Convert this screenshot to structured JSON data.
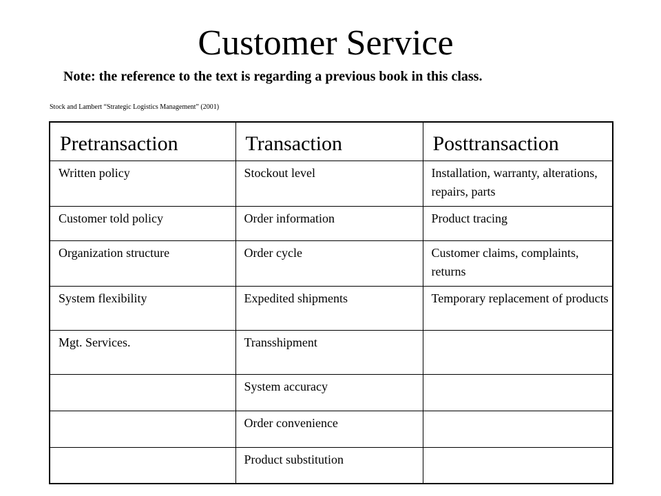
{
  "slide": {
    "title": "Customer Service",
    "note": "Note: the reference to the text is regarding a previous book in this class.",
    "citation": "Stock and Lambert “Strategic Logistics Management” (2001)"
  },
  "table": {
    "headers": [
      "Pretransaction",
      "Transaction",
      "Posttransaction"
    ],
    "rows": [
      [
        "Written policy",
        "Stockout level",
        "Installation, warranty, alterations, repairs, parts"
      ],
      [
        "Customer told policy",
        "Order information",
        "Product tracing"
      ],
      [
        "Organization structure",
        "Order cycle",
        "Customer claims, complaints, returns"
      ],
      [
        "System flexibility",
        "Expedited shipments",
        "Temporary replacement of products"
      ],
      [
        "Mgt. Services.",
        "Transshipment",
        ""
      ],
      [
        "",
        "System accuracy",
        ""
      ],
      [
        "",
        "Order convenience",
        ""
      ],
      [
        "",
        "Product substitution",
        ""
      ]
    ]
  }
}
